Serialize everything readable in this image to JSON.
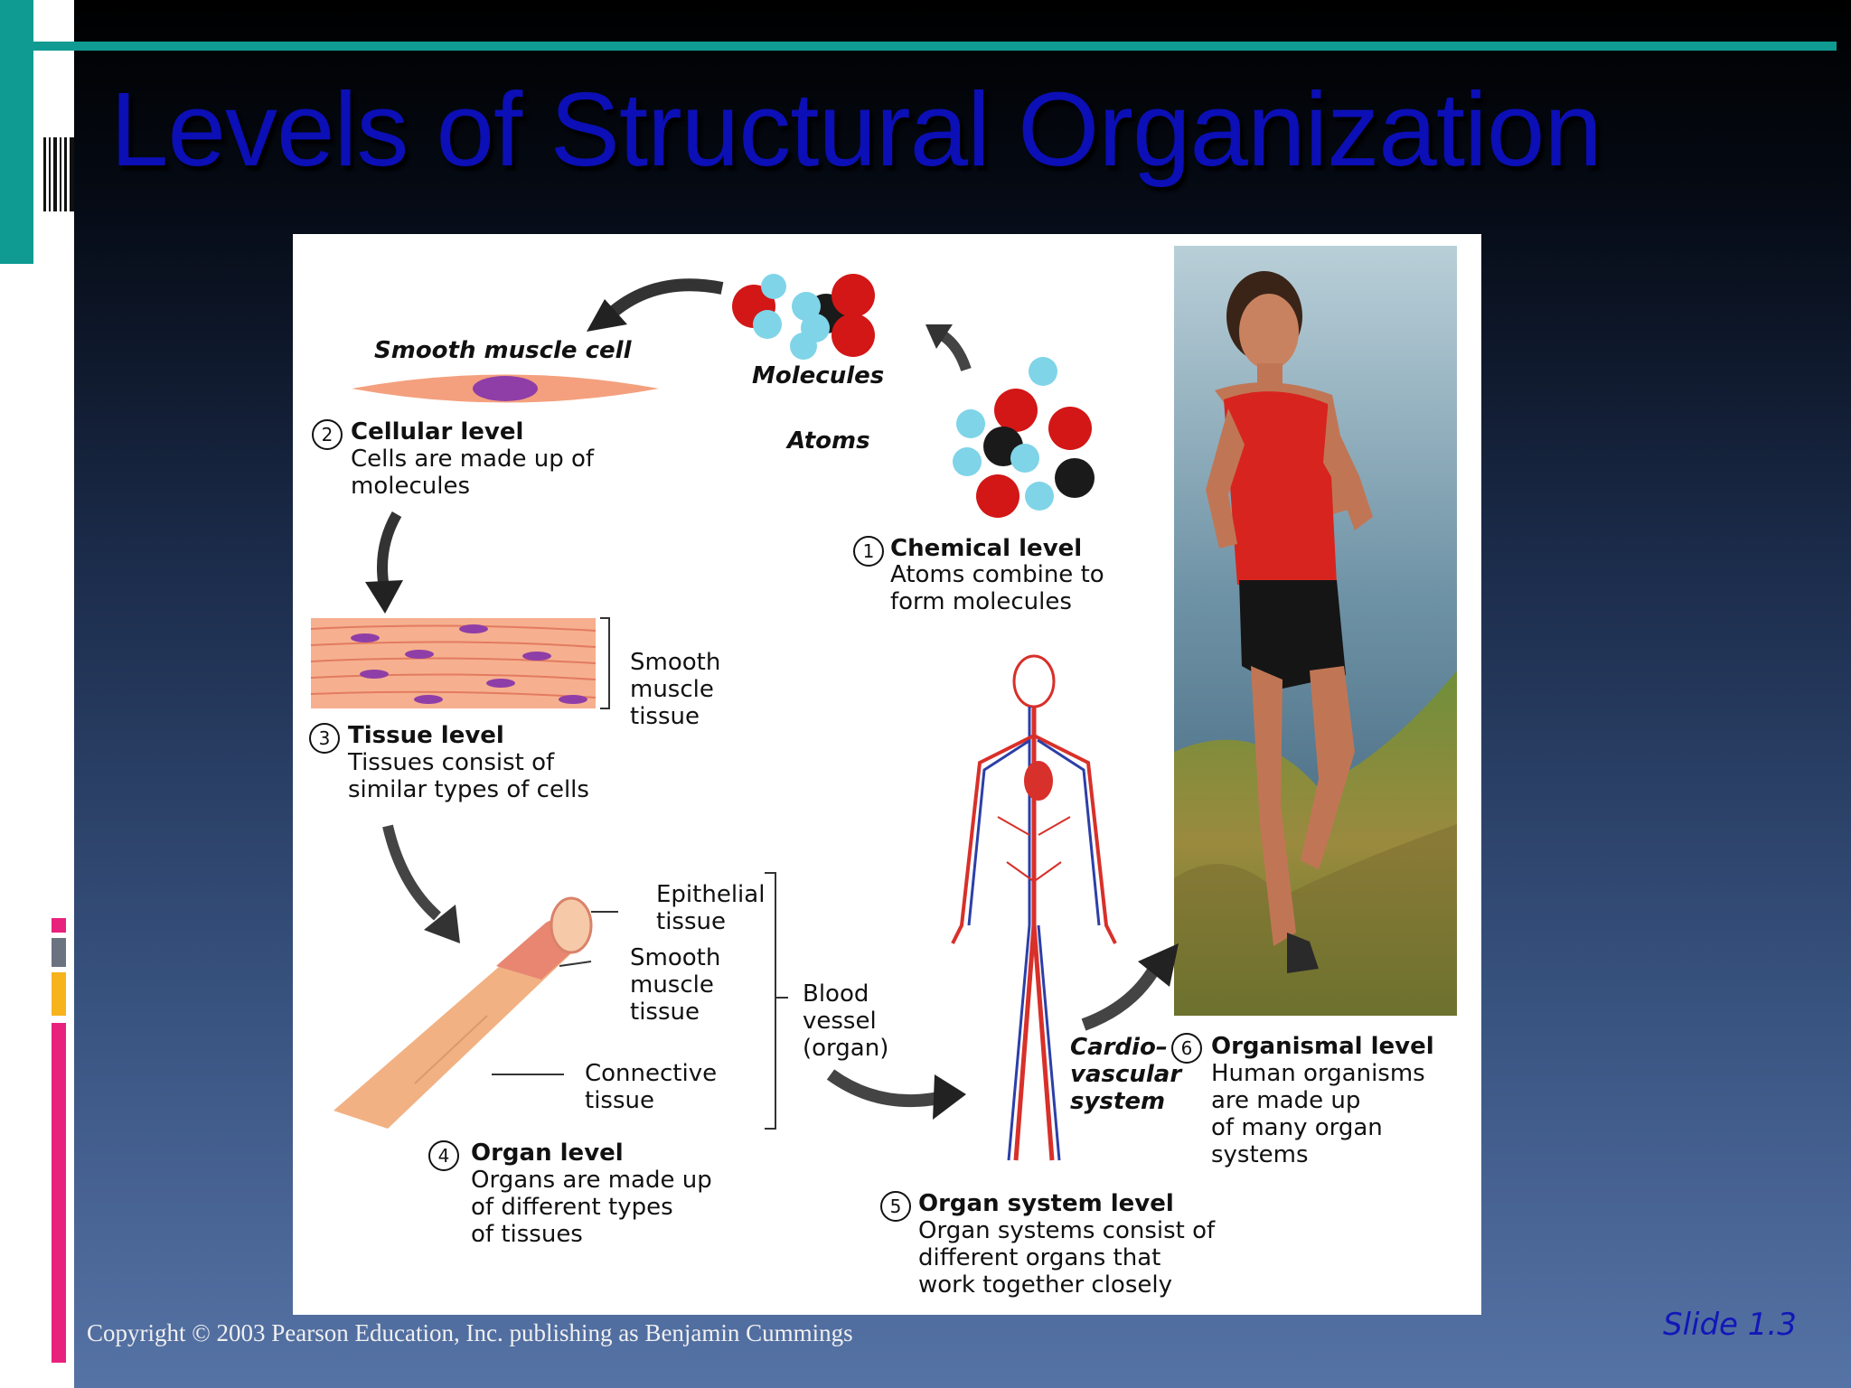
{
  "slide": {
    "title": "Levels of Structural Organization",
    "copyright": "Copyright © 2003 Pearson Education, Inc. publishing as Benjamin Cummings",
    "slide_number": "Slide 1.3"
  },
  "diagram": {
    "chemical": {
      "number": "1",
      "heading": "Chemical level",
      "line1": "Atoms combine to",
      "line2": "form molecules",
      "atoms_label": "Atoms",
      "molecules_label": "Molecules"
    },
    "cellular": {
      "number": "2",
      "heading": "Cellular level",
      "line1": "Cells are made up of",
      "line2": "molecules",
      "cell_label": "Smooth muscle cell"
    },
    "tissue": {
      "number": "3",
      "heading": "Tissue level",
      "line1": "Tissues consist of",
      "line2": "similar types of cells",
      "bracket_1": "Smooth",
      "bracket_2": "muscle",
      "bracket_3": "tissue"
    },
    "organ": {
      "number": "4",
      "heading": "Organ level",
      "line1": "Organs are made up",
      "line2": "of different types",
      "line3": "of tissues",
      "epithelial_1": "Epithelial",
      "epithelial_2": "tissue",
      "smooth_1": "Smooth",
      "smooth_2": "muscle",
      "smooth_3": "tissue",
      "connective_1": "Connective",
      "connective_2": "tissue",
      "vessel_1": "Blood",
      "vessel_2": "vessel",
      "vessel_3": "(organ)"
    },
    "organ_system": {
      "number": "5",
      "heading": "Organ system level",
      "line1": "Organ systems consist of",
      "line2": "different organs that",
      "line3": "work together closely",
      "cv_1": "Cardio–",
      "cv_2": "vascular",
      "cv_3": "system"
    },
    "organismal": {
      "number": "6",
      "heading": "Organismal level",
      "line1": "Human organisms",
      "line2": "are made up",
      "line3": "of many organ",
      "line4": "systems"
    }
  }
}
